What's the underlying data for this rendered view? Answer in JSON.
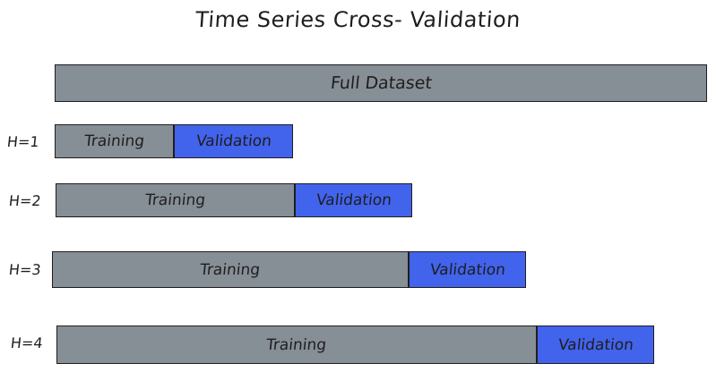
{
  "title": "Time Series Cross- Validation",
  "full_dataset_label": "Full Dataset",
  "folds": [
    {
      "label": "H=1",
      "training": "Training",
      "validation": "Validation"
    },
    {
      "label": "H=2",
      "training": "Training",
      "validation": "Validation"
    },
    {
      "label": "H=3",
      "training": "Training",
      "validation": "Validation"
    },
    {
      "label": "H=4",
      "training": "Training",
      "validation": "Validation"
    }
  ],
  "colors": {
    "training": "#868e96",
    "validation": "#4263eb",
    "full_dataset": "#868e96",
    "stroke": "#1e1e1e"
  }
}
